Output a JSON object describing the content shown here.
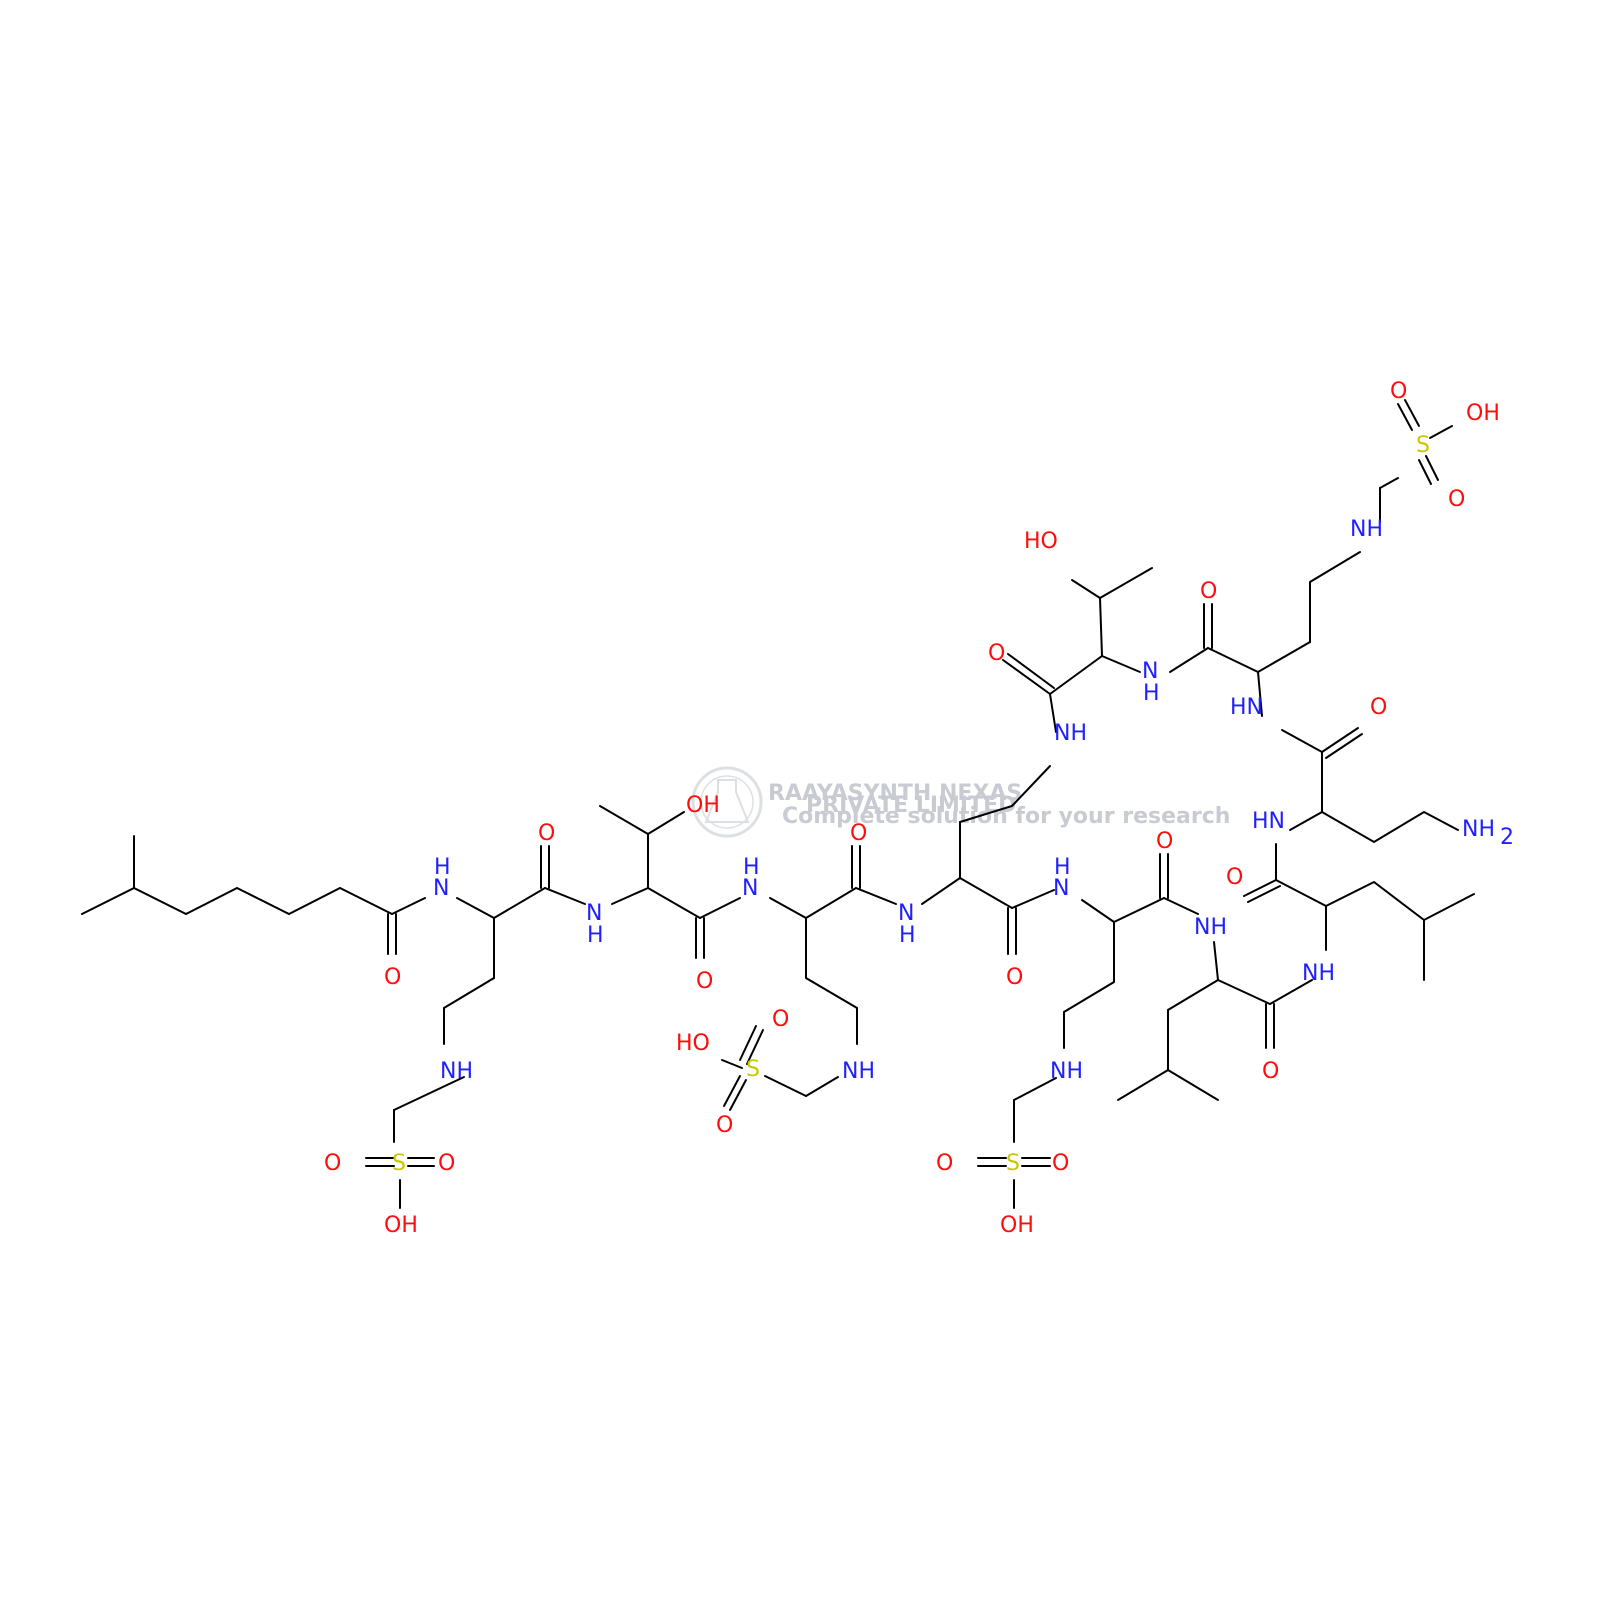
{
  "colors": {
    "bond": "#000000",
    "N": "#1f1fff",
    "O": "#ff0d0d",
    "S": "#c8c800",
    "watermark": "#c8ccd2"
  },
  "watermark": {
    "name": "RAAYASYNTH NEXAS",
    "subtitle": "PRIVATE LIMITED",
    "tagline": "Complete solution for your research",
    "logo": "flask-logo-icon"
  },
  "atom_labels": {
    "N": "N",
    "H": "H",
    "NH": "NH",
    "HN": "HN",
    "O": "O",
    "OH": "OH",
    "HO": "HO",
    "S": "S",
    "NH2_main": "NH",
    "NH2_sub": "2"
  }
}
